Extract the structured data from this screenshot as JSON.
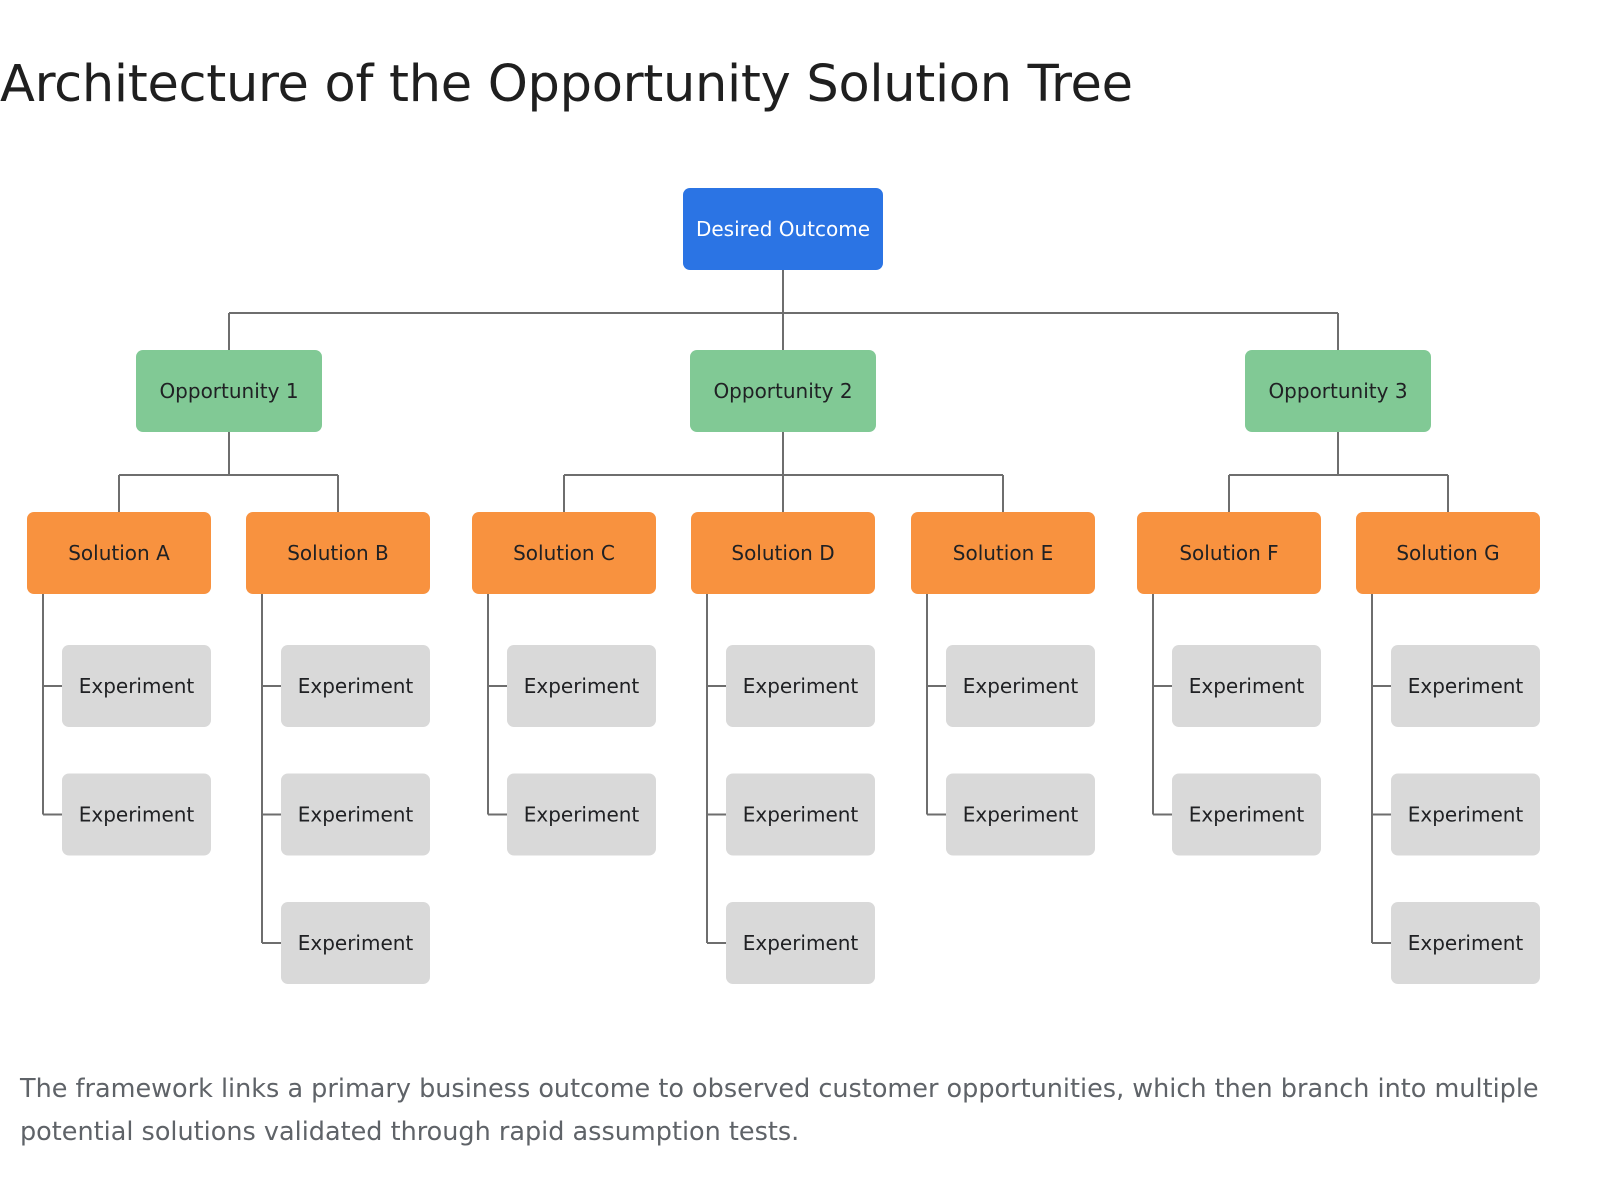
{
  "title": "Architecture of the Opportunity Solution Tree",
  "caption": "The framework links a primary business outcome to observed customer opportunities, which then branch into multiple potential solutions validated through rapid assumption tests.",
  "colors": {
    "outcome": "#2b74e4",
    "opportunity": "#81c995",
    "solution": "#f8923f",
    "experiment": "#d9d9d9",
    "connector": "#6e6e6e",
    "outcome_text": "#ffffff",
    "node_text": "#202124"
  },
  "tree": {
    "outcome": "Desired Outcome",
    "opportunities": [
      {
        "label": "Opportunity 1",
        "solutions": [
          {
            "label": "Solution A",
            "experiments": [
              "Experiment",
              "Experiment"
            ]
          },
          {
            "label": "Solution B",
            "experiments": [
              "Experiment",
              "Experiment",
              "Experiment"
            ]
          }
        ]
      },
      {
        "label": "Opportunity 2",
        "solutions": [
          {
            "label": "Solution C",
            "experiments": [
              "Experiment",
              "Experiment"
            ]
          },
          {
            "label": "Solution D",
            "experiments": [
              "Experiment",
              "Experiment",
              "Experiment"
            ]
          },
          {
            "label": "Solution E",
            "experiments": [
              "Experiment",
              "Experiment"
            ]
          }
        ]
      },
      {
        "label": "Opportunity 3",
        "solutions": [
          {
            "label": "Solution F",
            "experiments": [
              "Experiment",
              "Experiment"
            ]
          },
          {
            "label": "Solution G",
            "experiments": [
              "Experiment",
              "Experiment",
              "Experiment"
            ]
          }
        ]
      }
    ]
  }
}
